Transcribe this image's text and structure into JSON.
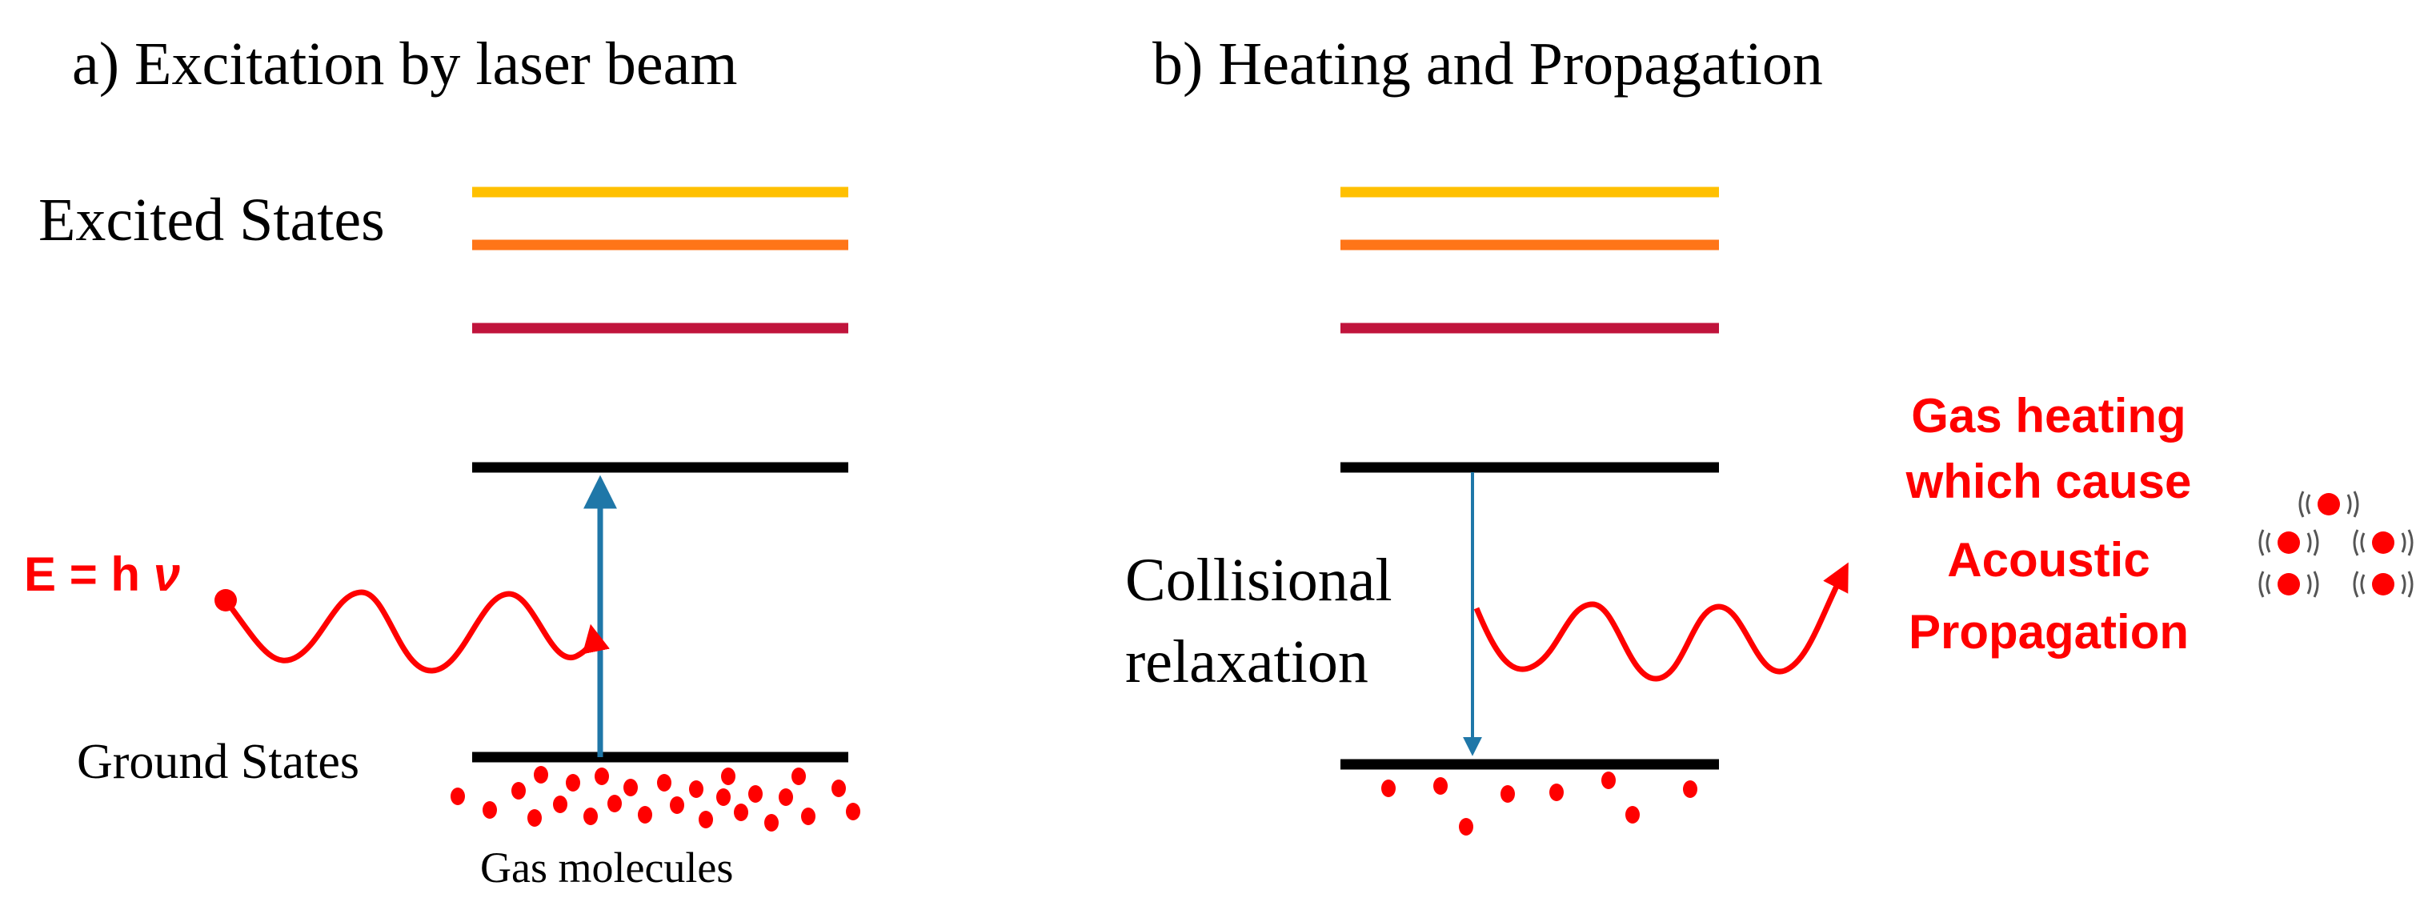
{
  "panel_a": {
    "title": "a) Excitation by laser beam",
    "excited_label": "Excited States",
    "ground_label": "Ground States",
    "molecules_label": "Gas molecules",
    "energy_label": "E = h",
    "energy_symbol": "ν"
  },
  "panel_b": {
    "title": "b) Heating and Propagation",
    "relaxation_line1": "Collisional",
    "relaxation_line2": "relaxation",
    "heating_line1": "Gas heating",
    "heating_line2": "which cause",
    "heating_line3": "Acoustic",
    "heating_line4": "Propagation"
  },
  "colors": {
    "level_top": "#FFC000",
    "level_second": "#FF7518",
    "level_third": "#C0143C",
    "level_black": "#000000",
    "arrow_blue": "#1F77A8",
    "red": "#FF0000"
  }
}
